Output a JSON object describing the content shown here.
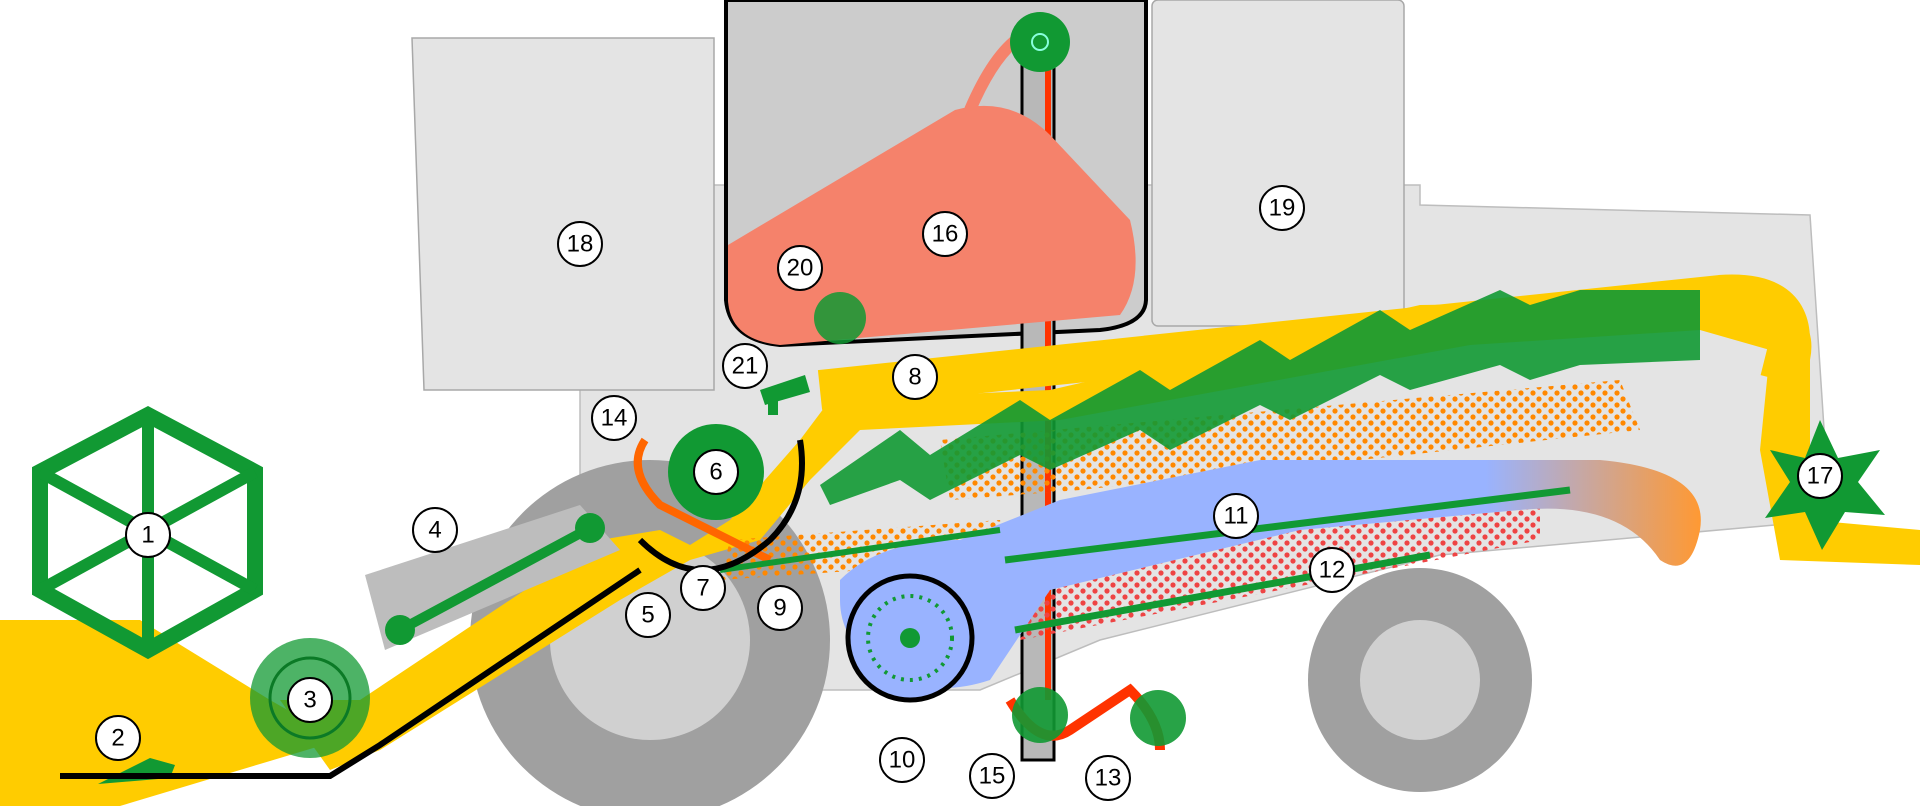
{
  "diagram": {
    "type": "combine-harvester-cross-section",
    "colors": {
      "machine_body": "#e4e4e4",
      "wheel": "#a0a0a0",
      "crop_flow": "#ffcc00",
      "grain_tank": "#f5826b",
      "mechanism_green": "#119933",
      "air_flow": "#99b3ff",
      "chaff_orange": "#ff8800",
      "return_red": "#ff3300",
      "outline": "#000000"
    },
    "labels": [
      {
        "id": "1",
        "text": "1",
        "points_to": "reel"
      },
      {
        "id": "2",
        "text": "2",
        "points_to": "cutter-bar"
      },
      {
        "id": "3",
        "text": "3",
        "points_to": "header-auger"
      },
      {
        "id": "4",
        "text": "4",
        "points_to": "feeder-conveyor"
      },
      {
        "id": "5",
        "text": "5",
        "points_to": "stone-trap"
      },
      {
        "id": "6",
        "text": "6",
        "points_to": "threshing-drum"
      },
      {
        "id": "7",
        "text": "7",
        "points_to": "concave"
      },
      {
        "id": "8",
        "text": "8",
        "points_to": "straw-walker"
      },
      {
        "id": "9",
        "text": "9",
        "points_to": "grain-pan"
      },
      {
        "id": "10",
        "text": "10",
        "points_to": "cleaning-fan"
      },
      {
        "id": "11",
        "text": "11",
        "points_to": "upper-sieve"
      },
      {
        "id": "12",
        "text": "12",
        "points_to": "lower-sieve"
      },
      {
        "id": "13",
        "text": "13",
        "points_to": "tailings-auger"
      },
      {
        "id": "14",
        "text": "14",
        "points_to": "tailings-return"
      },
      {
        "id": "15",
        "text": "15",
        "points_to": "grain-auger"
      },
      {
        "id": "16",
        "text": "16",
        "points_to": "grain-tank"
      },
      {
        "id": "17",
        "text": "17",
        "points_to": "straw-chopper"
      },
      {
        "id": "18",
        "text": "18",
        "points_to": "cab"
      },
      {
        "id": "19",
        "text": "19",
        "points_to": "engine"
      },
      {
        "id": "20",
        "text": "20",
        "points_to": "unloading-auger"
      },
      {
        "id": "21",
        "text": "21",
        "points_to": "beater"
      }
    ]
  }
}
